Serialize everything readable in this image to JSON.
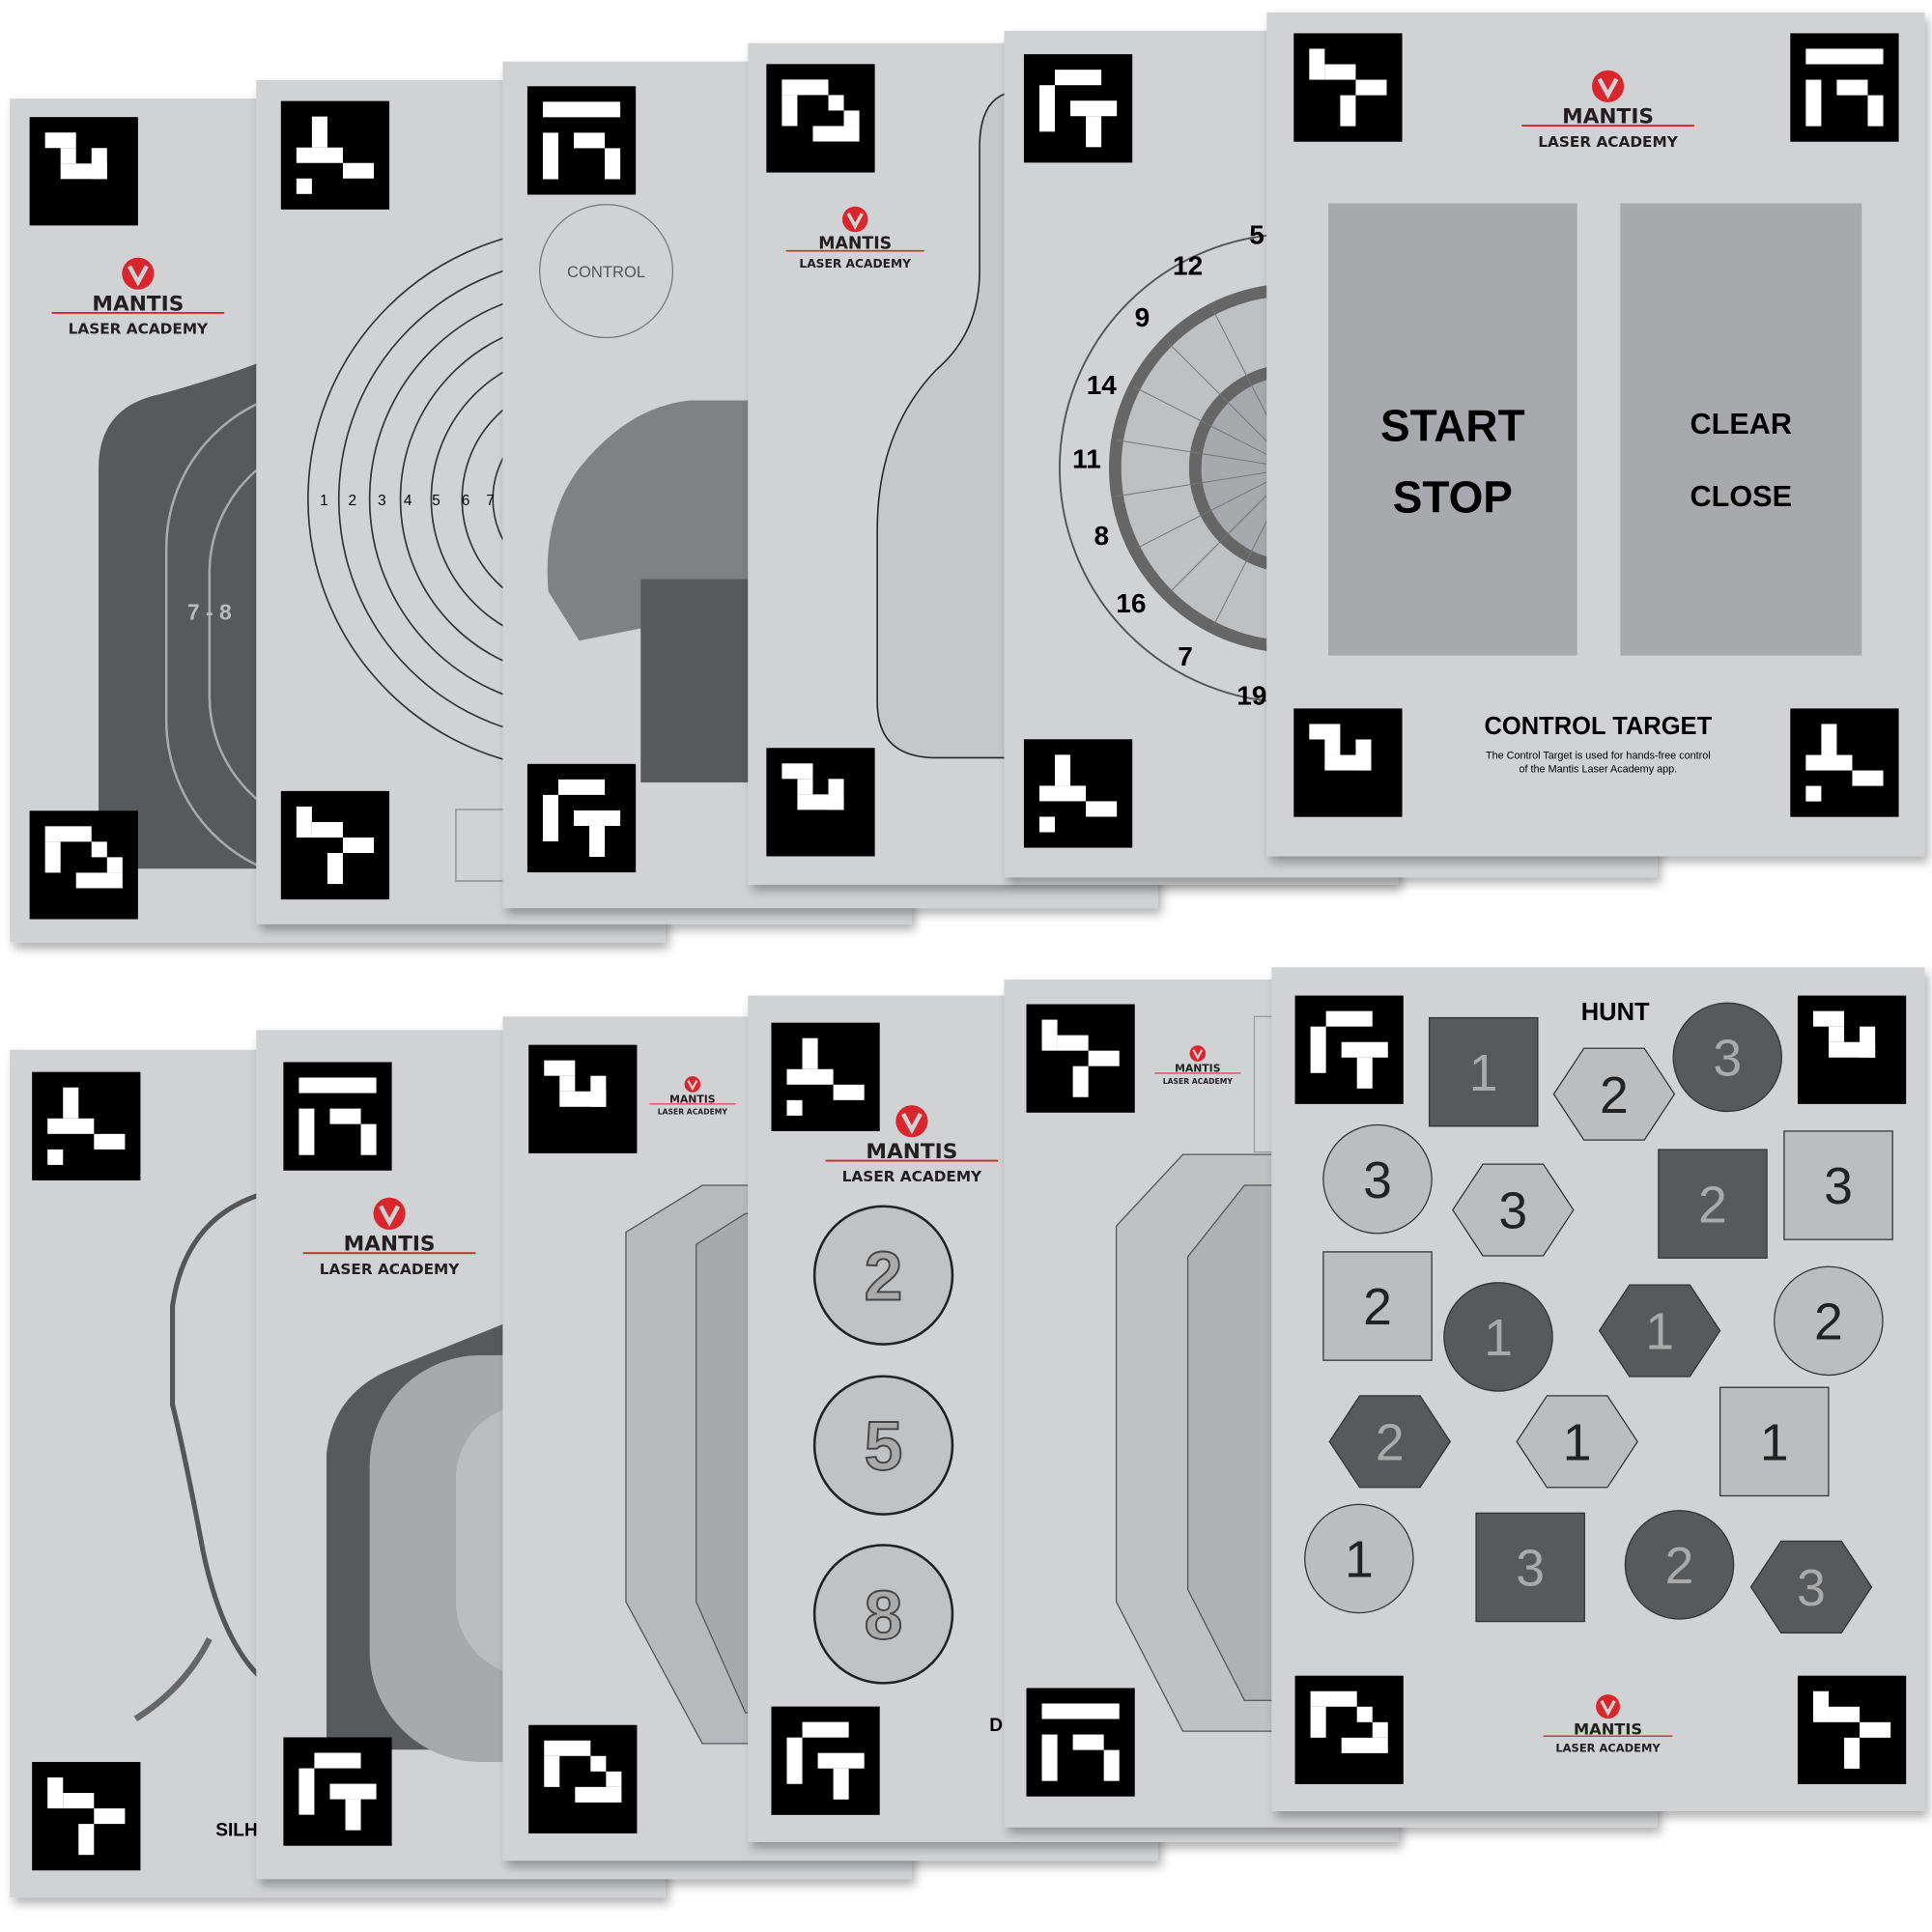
{
  "brand": {
    "name": "MANTIS",
    "subtitle": "LASER ACADEMY",
    "accent": "#d8262c"
  },
  "colors": {
    "card": "#d1d2d4",
    "dark": "#58595b",
    "mid": "#808184",
    "light": "#a7a9ac",
    "marker": "#000000"
  },
  "silhouette_card": {
    "zone_label": "7 - 8"
  },
  "rings_card": {
    "ring_numbers": [
      "1",
      "2",
      "3",
      "4",
      "5",
      "6",
      "7"
    ]
  },
  "control_circle_card": {
    "label": "CONTROL"
  },
  "dartboard_card": {
    "numbers": [
      "5",
      "12",
      "9",
      "14",
      "11",
      "8",
      "16",
      "7",
      "19"
    ]
  },
  "control_card": {
    "start_label": "START",
    "stop_label": "STOP",
    "clear_label": "CLEAR",
    "close_label": "CLOSE",
    "title": "CONTROL TARGET",
    "description_line1": "The Control Target is used for hands-free control",
    "description_line2": "of the Mantis Laser Academy app."
  },
  "face_card": {
    "title_fragment": "SILH"
  },
  "numbers_card": {
    "numbers": [
      "2",
      "5",
      "8"
    ],
    "title_fragment": "D"
  },
  "hunt_card": {
    "title": "HUNT",
    "targets": [
      {
        "number": "1",
        "shape": "square",
        "shade": "dark"
      },
      {
        "number": "2",
        "shape": "hexagon",
        "shade": "light"
      },
      {
        "number": "3",
        "shape": "circle",
        "shade": "dark"
      },
      {
        "number": "3",
        "shape": "circle",
        "shade": "light"
      },
      {
        "number": "3",
        "shape": "hexagon",
        "shade": "light"
      },
      {
        "number": "2",
        "shape": "square",
        "shade": "dark"
      },
      {
        "number": "3",
        "shape": "square",
        "shade": "light"
      },
      {
        "number": "2",
        "shape": "square",
        "shade": "light"
      },
      {
        "number": "1",
        "shape": "circle",
        "shade": "dark"
      },
      {
        "number": "1",
        "shape": "hexagon",
        "shade": "dark"
      },
      {
        "number": "2",
        "shape": "circle",
        "shade": "light"
      },
      {
        "number": "2",
        "shape": "hexagon",
        "shade": "dark"
      },
      {
        "number": "1",
        "shape": "hexagon",
        "shade": "light"
      },
      {
        "number": "1",
        "shape": "square",
        "shade": "light"
      },
      {
        "number": "1",
        "shape": "circle",
        "shade": "light"
      },
      {
        "number": "3",
        "shape": "square",
        "shade": "dark"
      },
      {
        "number": "2",
        "shape": "circle",
        "shade": "dark"
      },
      {
        "number": "3",
        "shape": "hexagon",
        "shade": "dark"
      }
    ]
  }
}
